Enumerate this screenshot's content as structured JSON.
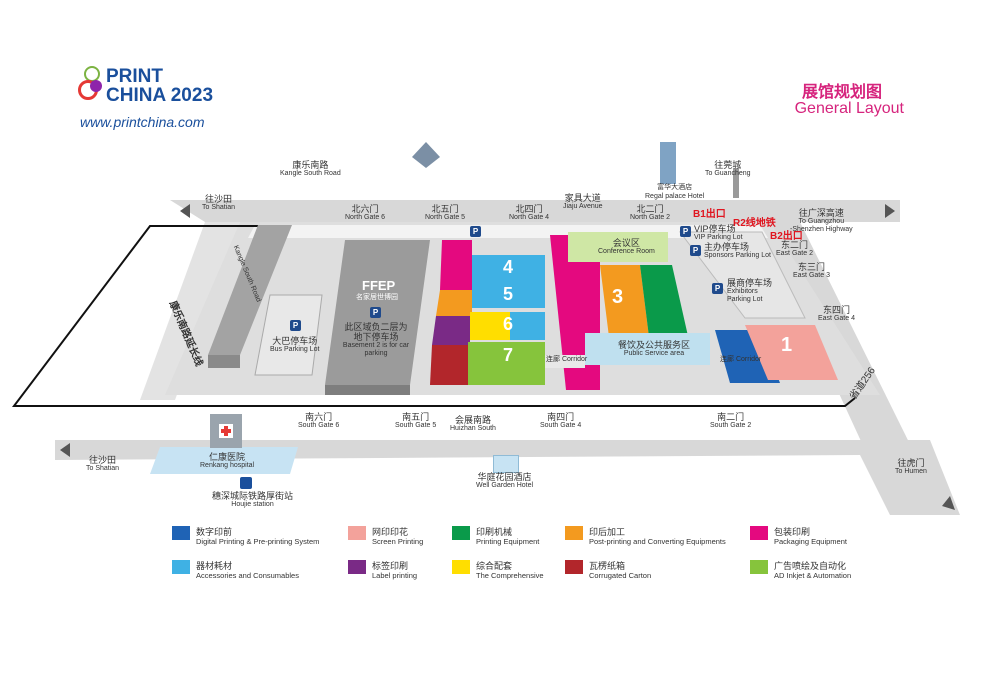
{
  "logo": {
    "line1": "PRINT",
    "line2": "CHINA 2023",
    "url": "www.printchina.com"
  },
  "title": {
    "cn": "展馆规划图",
    "en": "General Layout"
  },
  "roads": {
    "kangle_south": {
      "cn": "康乐南路",
      "en": "Kangle South Road"
    },
    "kangle_vertical_en": "Kangle South Road",
    "kangle_vertical_cn": "康乐南路延长线",
    "jiaju": {
      "cn": "家具大道",
      "en": "Jiaju Avenue"
    },
    "huizhan_south": {
      "cn": "会展南路",
      "en": "Huizhan South"
    },
    "to_shatian_top": {
      "cn": "往沙田",
      "en": "To Shatian"
    },
    "to_shatian_bottom": {
      "cn": "往沙田",
      "en": "To Shatian"
    },
    "to_guancheng": {
      "cn": "往莞城",
      "en": "To Guancheng"
    },
    "to_highway": {
      "cn": "往广深高速",
      "en": "To Guangzhou\n-Shenzhen Highway"
    },
    "to_humen": {
      "cn": "往虎门",
      "en": "To Humen"
    },
    "provincial_road": "省道256"
  },
  "gates": {
    "north": [
      {
        "cn": "北六门",
        "en": "North Gate 6"
      },
      {
        "cn": "北五门",
        "en": "North Gate 5"
      },
      {
        "cn": "北四门",
        "en": "North Gate 4"
      },
      {
        "cn": "北二门",
        "en": "North Gate 2"
      }
    ],
    "south": [
      {
        "cn": "南六门",
        "en": "South Gate 6"
      },
      {
        "cn": "南五门",
        "en": "South Gate 5"
      },
      {
        "cn": "南四门",
        "en": "South Gate 4"
      },
      {
        "cn": "南二门",
        "en": "South Gate 2"
      }
    ],
    "east": [
      {
        "cn": "东二门",
        "en": "East Gate 2"
      },
      {
        "cn": "东三门",
        "en": "East Gate 3"
      },
      {
        "cn": "东四门",
        "en": "East Gate 4"
      }
    ]
  },
  "exits": {
    "b1": "B1出口",
    "b2": "B2出口",
    "r2": "R2线地铁"
  },
  "landmarks": {
    "regal": "Regal palace Hotel",
    "regal_cn": "富华大酒店",
    "renkang": {
      "cn": "仁康医院",
      "en": "Renkang hospital"
    },
    "houjie": {
      "cn": "穗深城际铁路厚街站",
      "en": "Houjie station"
    },
    "well_garden": {
      "cn": "华庭花园酒店",
      "en": "Well Garden Hotel"
    }
  },
  "parking": {
    "p1": "P",
    "vip": {
      "cn": "VIP停车场",
      "en": "VIP Parking Lot",
      "badge": "P"
    },
    "sponsors": {
      "cn": "主办停车场",
      "en": "Sponsors Parking Lot",
      "badge": "P"
    },
    "exhibitors": {
      "cn": "展商停车场",
      "en": "Exhibitors Parking Lot",
      "badge": "P"
    },
    "bus": {
      "cn": "大巴停车场",
      "en": "Bus Parking Lot",
      "badge": "P"
    },
    "basement": {
      "cn": "此区域负二层为地下停车场",
      "en": "Basement 2 is for car parking",
      "badge": "P"
    }
  },
  "buildings": {
    "ffep": "FFEP",
    "ffep_sub": "名家居世博园",
    "conference": {
      "cn": "会议区",
      "en": "Conference Room"
    },
    "public_service": {
      "cn": "餐饮及公共服务区",
      "en": "Public Service area"
    },
    "corridor": {
      "cn": "连廊",
      "en": "Corridor"
    },
    "corridor2": {
      "cn": "连廊",
      "en": "Corridor"
    },
    "halls": [
      "1",
      "3",
      "4",
      "5",
      "6",
      "7"
    ]
  },
  "legend": [
    {
      "cn": "数字印前",
      "en": "Digital Printing & Pre-printing System",
      "color": "#1f63b5"
    },
    {
      "cn": "网印印花",
      "en": "Screen Printing",
      "color": "#f3a29b"
    },
    {
      "cn": "印刷机械",
      "en": "Printing Equipment",
      "color": "#0a9a4a"
    },
    {
      "cn": "印后加工",
      "en": "Post-printing and Converting Equipments",
      "color": "#f39a1f"
    },
    {
      "cn": "包装印刷",
      "en": "Packaging Equipment",
      "color": "#e4097f"
    },
    {
      "cn": "器材耗材",
      "en": "Accessories and Consumables",
      "color": "#3fb1e4"
    },
    {
      "cn": "标签印刷",
      "en": "Label printing",
      "color": "#7a2a86"
    },
    {
      "cn": "综合配套",
      "en": "The Comprehensive",
      "color": "#ffde00"
    },
    {
      "cn": "瓦楞纸箱",
      "en": "Corrugated Carton",
      "color": "#b2262b"
    },
    {
      "cn": "广告喷绘及自动化",
      "en": "AD Inkjet & Automation",
      "color": "#86c43c"
    }
  ]
}
